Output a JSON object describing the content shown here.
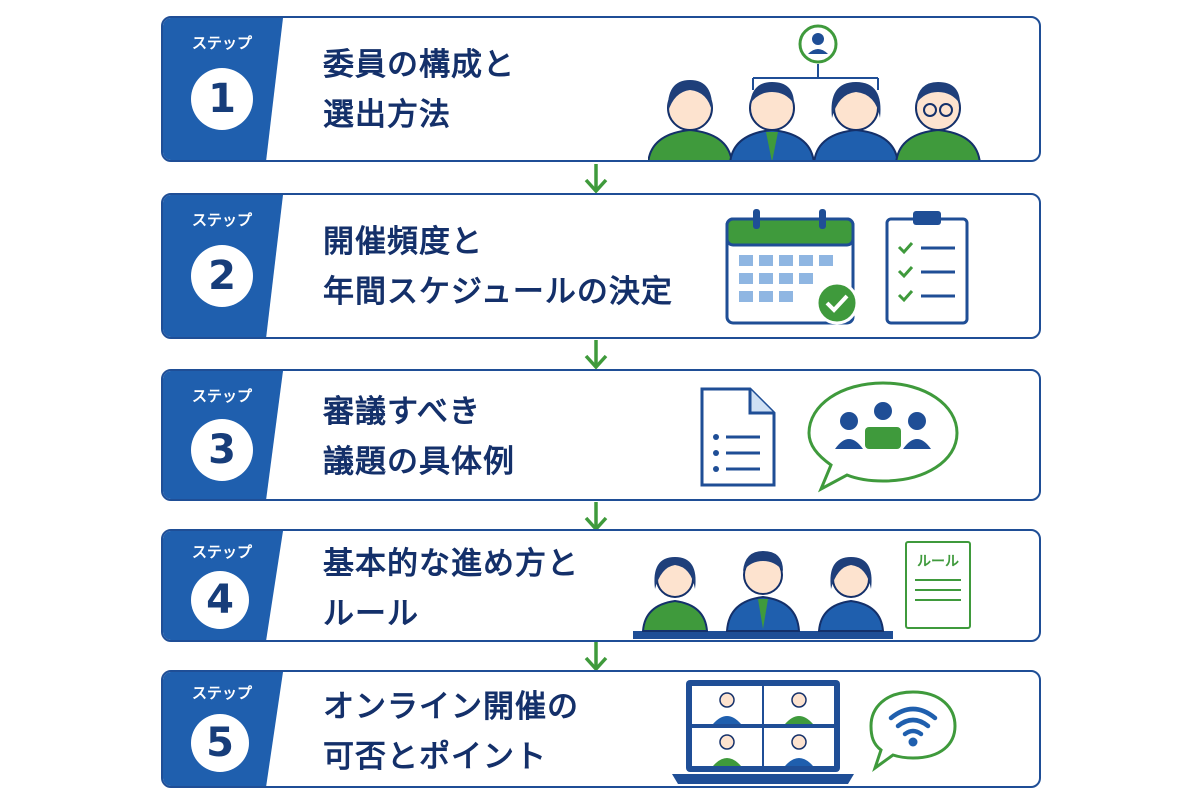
{
  "steps": [
    {
      "label": "ステップ",
      "number": "1",
      "title_line1": "委員の構成と",
      "title_line2": "選出方法"
    },
    {
      "label": "ステップ",
      "number": "2",
      "title_line1": "開催頻度と",
      "title_line2": "年間スケジュールの決定"
    },
    {
      "label": "ステップ",
      "number": "3",
      "title_line1": "審議すべき",
      "title_line2": "議題の具体例"
    },
    {
      "label": "ステップ",
      "number": "4",
      "title_line1": "基本的な進め方と",
      "title_line2": "ルール"
    },
    {
      "label": "ステップ",
      "number": "5",
      "title_line1": "オンライン開催の",
      "title_line2": "可否とポイント"
    }
  ],
  "rules_doc_label": "ルール",
  "colors": {
    "navy": "#1f4e96",
    "badge": "#1f5fae",
    "green": "#3f9a3c",
    "text": "#14306a"
  },
  "icons": [
    "person-icon",
    "calendar-icon",
    "checkmark-icon",
    "clipboard-checklist-icon",
    "document-icon",
    "speech-bubble-icon",
    "meeting-group-icon",
    "rules-document-icon",
    "laptop-video-call-icon",
    "wifi-icon"
  ]
}
